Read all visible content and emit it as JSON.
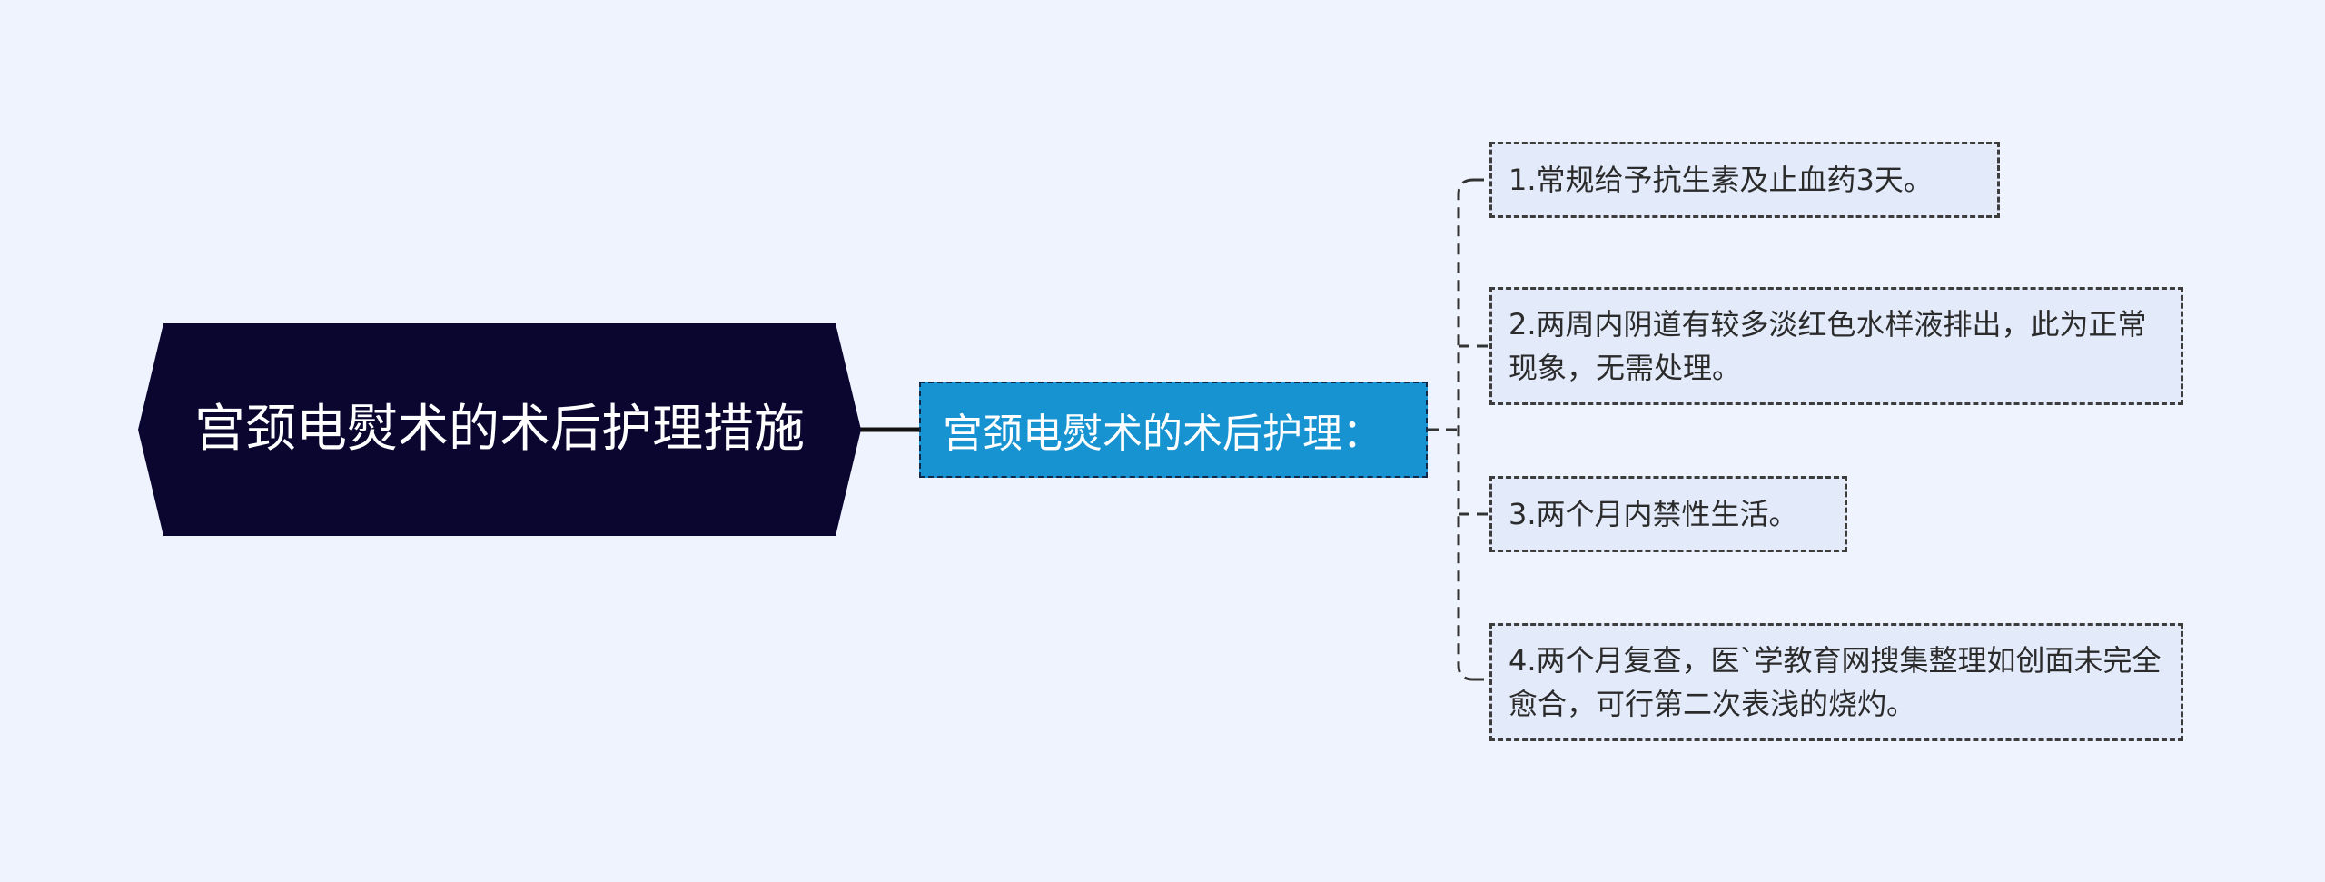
{
  "diagram": {
    "root": {
      "label": "宫颈电熨术的术后护理措施"
    },
    "branch": {
      "label": "宫颈电熨术的术后护理："
    },
    "leaves": [
      {
        "label": "1.常规给予抗生素及止血药3天。"
      },
      {
        "label": "2.两周内阴道有较多淡红色水样液排出，此为正常现象，无需处理。"
      },
      {
        "label": "3.两个月内禁性生活。"
      },
      {
        "label": "4.两个月复查，医`学教育网搜集整理如创面未完全愈合，可行第二次表浅的烧灼。"
      }
    ]
  },
  "colors": {
    "background": "#eef3fe",
    "root_fill": "#0b0630",
    "branch_fill": "#1793d1",
    "leaf_fill": "#e3ebfb",
    "connector": "#222222"
  }
}
